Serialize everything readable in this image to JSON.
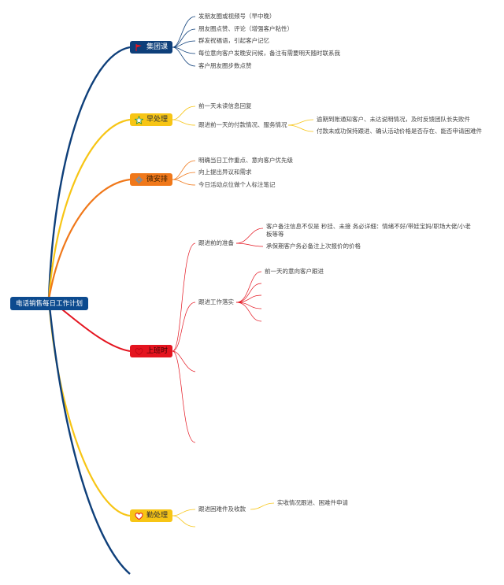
{
  "root": "电话销售每日工作计划",
  "branches": [
    {
      "label": "集团课",
      "icon": "flag-icon",
      "color": "#0e3f7a",
      "children": [
        "发朋友圈或视频号（早中晚）",
        "朋友圈点赞、评论（增强客户粘性）",
        "群发祝福语，引起客户记忆",
        "每位意向客户发晚安问候，备注有需要明天随时联系我",
        "客户朋友圈步数点赞"
      ]
    },
    {
      "label": "早处理",
      "icon": "star-icon",
      "color": "#f7c515",
      "children": [
        {
          "text": "前一天未读信息回复"
        },
        {
          "text": "跟进前一天的付款情况、服务情况",
          "children": [
            "逾期到账通知客户、未达说明情况，及时反馈团队长失败件",
            "付款未成功保持跟进、确认活动价格是否存在、能否申请困难件"
          ]
        }
      ]
    },
    {
      "label": "微安排",
      "icon": "gear-icon",
      "color": "#f0781a",
      "children": [
        "明确当日工作重点、意向客户优先级",
        "向上提出异议和需求",
        "今日活动点位做个人标注笔记"
      ]
    },
    {
      "label": "上班时",
      "icon": "heart-icon",
      "color": "#e4141f",
      "children": [
        {
          "text": "跟进前的准备",
          "children": [
            "客户备注信息不仅是 秒挂、未接 务必详细：情绪不好/带娃宝妈/职场大佬/小老板等等",
            "承保期客户务必备注上次报价的价格"
          ]
        },
        {
          "text": "跟进工作落实",
          "children": [
            "前一天的意向客户跟进",
            "",
            "",
            "",
            ""
          ]
        },
        {
          "text": ""
        },
        {
          "text": ""
        }
      ]
    },
    {
      "label": "勤处理",
      "icon": "heart-icon",
      "color": "#f7c515",
      "children": [
        {
          "text": "跟进困难件及收款",
          "children": [
            "实收情况跟进、困难件申请"
          ]
        }
      ]
    }
  ]
}
